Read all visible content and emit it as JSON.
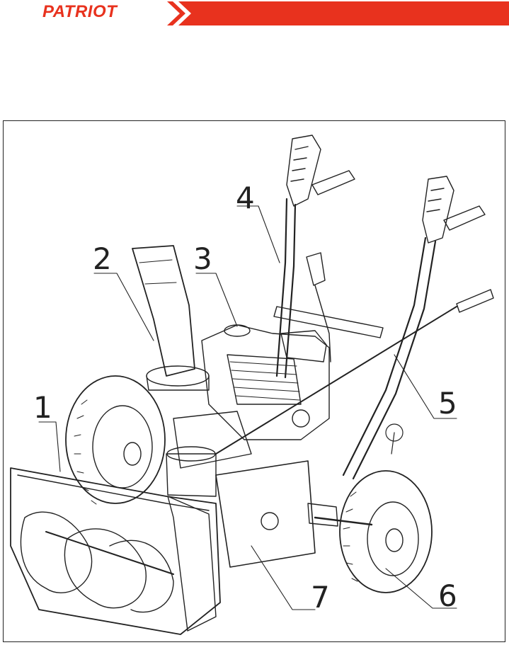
{
  "brand": {
    "name": "PATRIOT",
    "color": "#e8321e"
  },
  "callouts": [
    "1",
    "2",
    "3",
    "4",
    "5",
    "6",
    "7"
  ]
}
